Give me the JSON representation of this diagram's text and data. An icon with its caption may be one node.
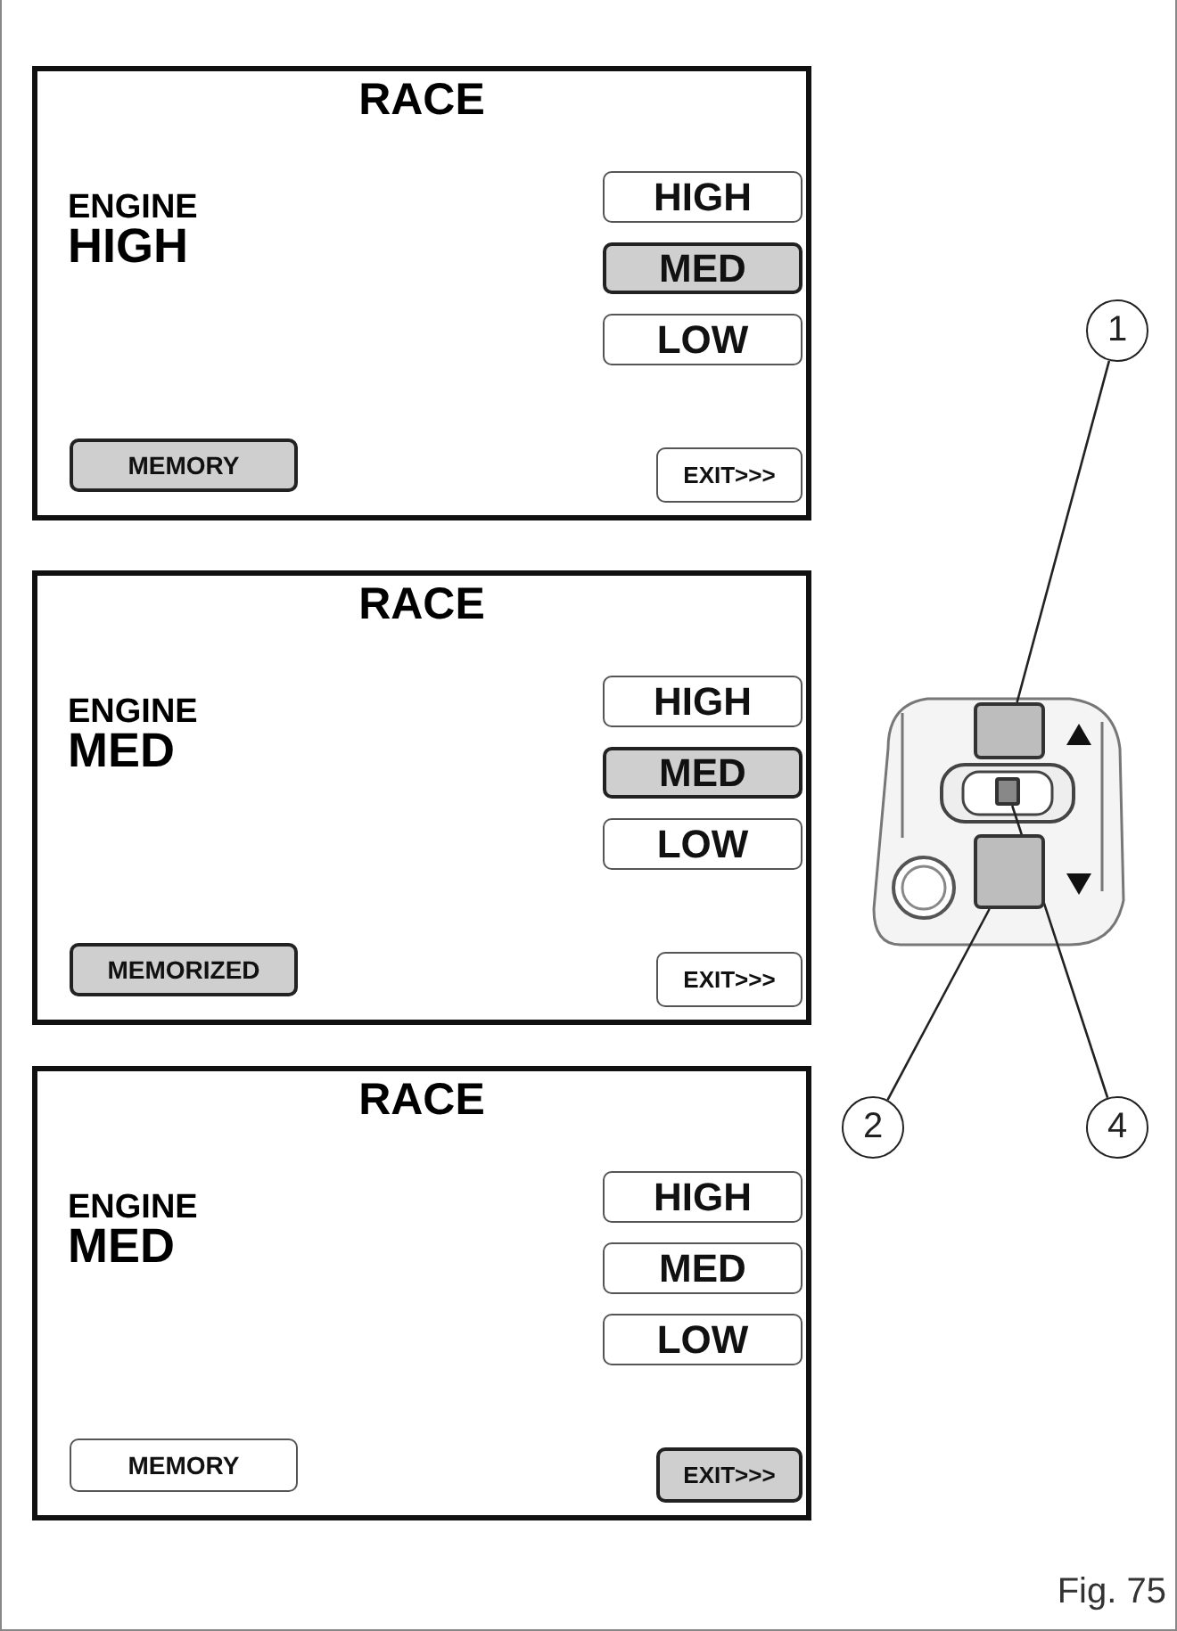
{
  "diagram": {
    "nodes": [
      {
        "text": [
          "RACE",
          "ENGINE",
          "HIGH"
        ]
      },
      {
        "text": [
          "HIGH"
        ],
        "in": 0
      },
      {
        "text": [
          "MED"
        ],
        "in": 0
      },
      {
        "text": [
          "LOW"
        ],
        "in": 0
      },
      {
        "text": [
          "MEMORY"
        ],
        "in": 0
      },
      {
        "text": [
          "EXIT>>>"
        ],
        "in": 0
      },
      {
        "text": [
          "RACE",
          "ENGINE",
          "MED"
        ]
      },
      {
        "text": [
          "HIGH"
        ],
        "in": 6
      },
      {
        "text": [
          "MED"
        ],
        "in": 6
      },
      {
        "text": [
          "LOW"
        ],
        "in": 6
      },
      {
        "text": [
          "MEMORIZED"
        ],
        "in": 6
      },
      {
        "text": [
          "EXIT>>>"
        ],
        "in": 6
      },
      {
        "text": [
          "RACE",
          "ENGINE",
          "MED"
        ]
      },
      {
        "text": [
          "HIGH"
        ],
        "in": 12
      },
      {
        "text": [
          "MED"
        ],
        "in": 12
      },
      {
        "text": [
          "LOW"
        ],
        "in": 12
      },
      {
        "text": [
          "MEMORY"
        ],
        "in": 12
      },
      {
        "text": [
          "EXIT>>>"
        ],
        "in": 12
      },
      {
        "text": [
          "1"
        ]
      },
      {
        "text": [
          "2"
        ]
      },
      {
        "text": [
          "4"
        ]
      },
      {
        "text": [],
        "shape": "button"
      },
      {
        "text": [],
        "shape": "button"
      },
      {
        "text": [],
        "shape": "button"
      }
    ],
    "edges": [
      {
        "from": 18,
        "to": 21,
        "arrow": "none"
      },
      {
        "from": 19,
        "to": 23,
        "arrow": "none"
      },
      {
        "from": 20,
        "to": 22,
        "arrow": "none"
      }
    ],
    "labels": [
      "Fig. 75"
    ]
  }
}
